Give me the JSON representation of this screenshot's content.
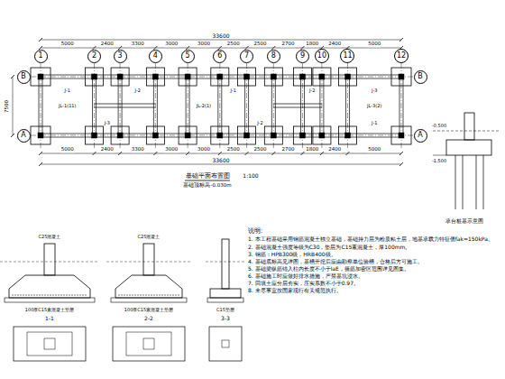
{
  "diagram": {
    "nodes": [
      {
        "text": [
          "1"
        ]
      },
      {
        "text": [
          "2"
        ]
      },
      {
        "text": [
          "3"
        ]
      },
      {
        "text": [
          "4"
        ]
      },
      {
        "text": [
          "5"
        ]
      },
      {
        "text": [
          "6"
        ]
      },
      {
        "text": [
          "7"
        ]
      },
      {
        "text": [
          "8"
        ]
      },
      {
        "text": [
          "9"
        ]
      },
      {
        "text": [
          "10"
        ]
      },
      {
        "text": [
          "11"
        ]
      },
      {
        "text": [
          "12"
        ]
      },
      {
        "text": [
          "B"
        ]
      },
      {
        "text": [
          "B"
        ]
      },
      {
        "text": [
          "A"
        ]
      },
      {
        "text": [
          "A"
        ]
      }
    ],
    "labels": [
      "33600",
      "5000",
      "2400",
      "3300",
      "3000",
      "3000",
      "2500",
      "2500",
      "2700",
      "1800",
      "2400",
      "5000",
      "5000",
      "2400",
      "3300",
      "3000",
      "3000",
      "2500",
      "2500",
      "2700",
      "1800",
      "2400",
      "5000",
      "33600",
      "7500",
      "基础平面布置图",
      "1:100",
      "基础顶标高-0.030m",
      "J-1",
      "J-2",
      "J-1",
      "J-2",
      "J-3",
      "J-3",
      "J-2",
      "J-1",
      "JL-1(11)",
      "JL-2(1)",
      "JL-3(2)",
      "-0.500",
      "-1.500",
      "承台桩基示意图",
      "说明:",
      "1. 本工程基础采用钢筋混凝土独立基础，基础持力层为粉质粘土层，地基承载力特征值fak=150kPa。",
      "2. 基础混凝土强度等级为C30，垫层为C15素混凝土，厚100mm。",
      "3. 钢筋：HPB300级，HRB400级。",
      "4. 基础底标高见详图，基槽开挖后应由勘察单位验槽，合格后方可施工。",
      "5. 基础梁纵筋锚入柱内长度不小于laE，箍筋加密区范围详见图集。",
      "6. 基础施工时应做好排水措施，严禁基坑浸水。",
      "7. 回填土应分层夯实，压实系数不小于0.97。",
      "8. 未尽事宜按国家现行有关规范执行。",
      "C25混凝土",
      "100厚C15素混凝土垫层",
      "1-1",
      "C25混凝土",
      "100厚C15素混凝土垫层",
      "2-2",
      "C15垫层",
      "3-3"
    ]
  }
}
